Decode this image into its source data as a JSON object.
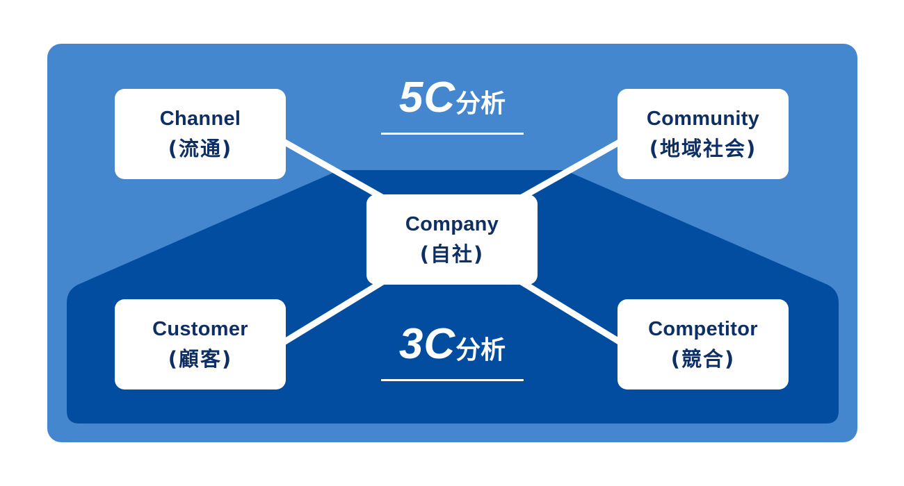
{
  "colors": {
    "outer_panel": "#4487cf",
    "inner_panel": "#034da1",
    "node_bg": "#ffffff",
    "node_text": "#0d2f66",
    "connector": "#ffffff",
    "title_text": "#ffffff"
  },
  "titles": {
    "five_c": {
      "prefix": "5C",
      "suffix": "分析"
    },
    "three_c": {
      "prefix": "3C",
      "suffix": "分析"
    }
  },
  "nodes": {
    "channel": {
      "en": "Channel",
      "ja": "(流通)"
    },
    "community": {
      "en": "Community",
      "ja": "(地域社会)"
    },
    "company": {
      "en": "Company",
      "ja": "(自社)"
    },
    "customer": {
      "en": "Customer",
      "ja": "(顧客)"
    },
    "competitor": {
      "en": "Competitor",
      "ja": "(競合)"
    }
  },
  "connections": [
    {
      "from": "company",
      "to": "channel"
    },
    {
      "from": "company",
      "to": "community"
    },
    {
      "from": "company",
      "to": "customer"
    },
    {
      "from": "company",
      "to": "competitor"
    }
  ]
}
